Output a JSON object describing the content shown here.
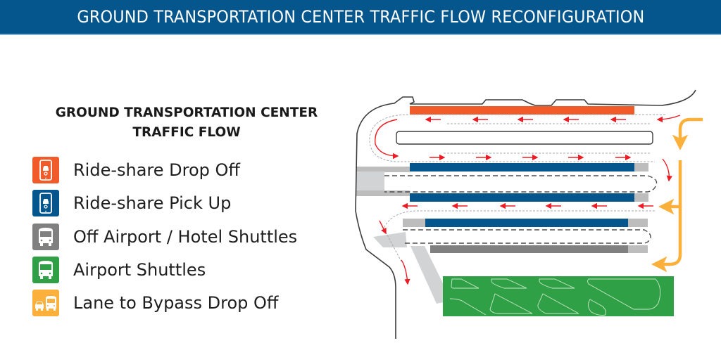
{
  "header": {
    "title": "GROUND TRANSPORTATION CENTER TRAFFIC FLOW RECONFIGURATION",
    "background": "#04568c"
  },
  "legend": {
    "title_line1": "GROUND TRANSPORTATION CENTER",
    "title_line2": "TRAFFIC FLOW",
    "items": [
      {
        "label": "Ride-share Drop Off",
        "icon": "phone-car-icon",
        "color": "#f15a29"
      },
      {
        "label": "Ride-share Pick Up",
        "icon": "phone-car-icon",
        "color": "#04568c"
      },
      {
        "label": "Off Airport / Hotel Shuttles",
        "icon": "bus-icon",
        "color": "#808080"
      },
      {
        "label": "Airport Shuttles",
        "icon": "bus-icon",
        "color": "#30a046"
      },
      {
        "label": "Lane to Bypass Drop Off",
        "icon": "car-and-bus-icon",
        "color": "#fbb03b"
      }
    ]
  },
  "map": {
    "flow_arrow_color": "#ed1c24",
    "bypass_arrow_color": "#fbb03b",
    "curb_extension_color": "#bdbdbd",
    "plaza_color": "#d1d3d4"
  }
}
